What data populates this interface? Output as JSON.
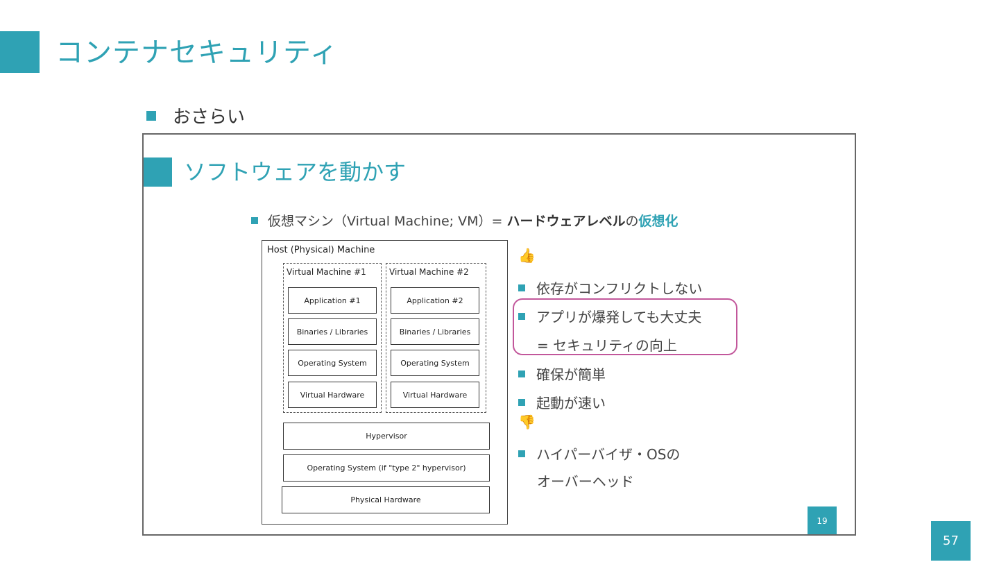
{
  "slide": {
    "title": "コンテナセキュリティ",
    "bullet": "おさらい",
    "page_number": "57",
    "accent_color": "#2fa2b4"
  },
  "embedded_slide": {
    "title": "ソフトウェアを動かす",
    "vm_line": {
      "prefix": "仮想マシン（Virtual Machine; VM）= ",
      "bold": "ハードウェアレベル",
      "middle": "の",
      "bold_accent": "仮想化"
    },
    "diagram": {
      "host_label": "Host (Physical) Machine",
      "vms": [
        {
          "label": "Virtual Machine #1",
          "layers": [
            "Application #1",
            "Binaries / Libraries",
            "Operating System",
            "Virtual Hardware"
          ]
        },
        {
          "label": "Virtual Machine #2",
          "layers": [
            "Application #2",
            "Binaries / Libraries",
            "Operating System",
            "Virtual Hardware"
          ]
        }
      ],
      "hypervisor": "Hypervisor",
      "host_os": "Operating System (if \"type 2\" hypervisor)",
      "physical_hardware": "Physical Hardware"
    },
    "pros_icon": "👍",
    "pros": [
      "依存がコンフリクトしない",
      "アプリが爆発しても大丈夫",
      "= セキュリティの向上",
      "確保が簡単",
      "起動が速い"
    ],
    "cons_icon": "👎",
    "cons": [
      "ハイパーバイザ・OSの",
      "オーバーヘッド"
    ],
    "highlight_color": "#c2579b",
    "page_number": "19"
  }
}
